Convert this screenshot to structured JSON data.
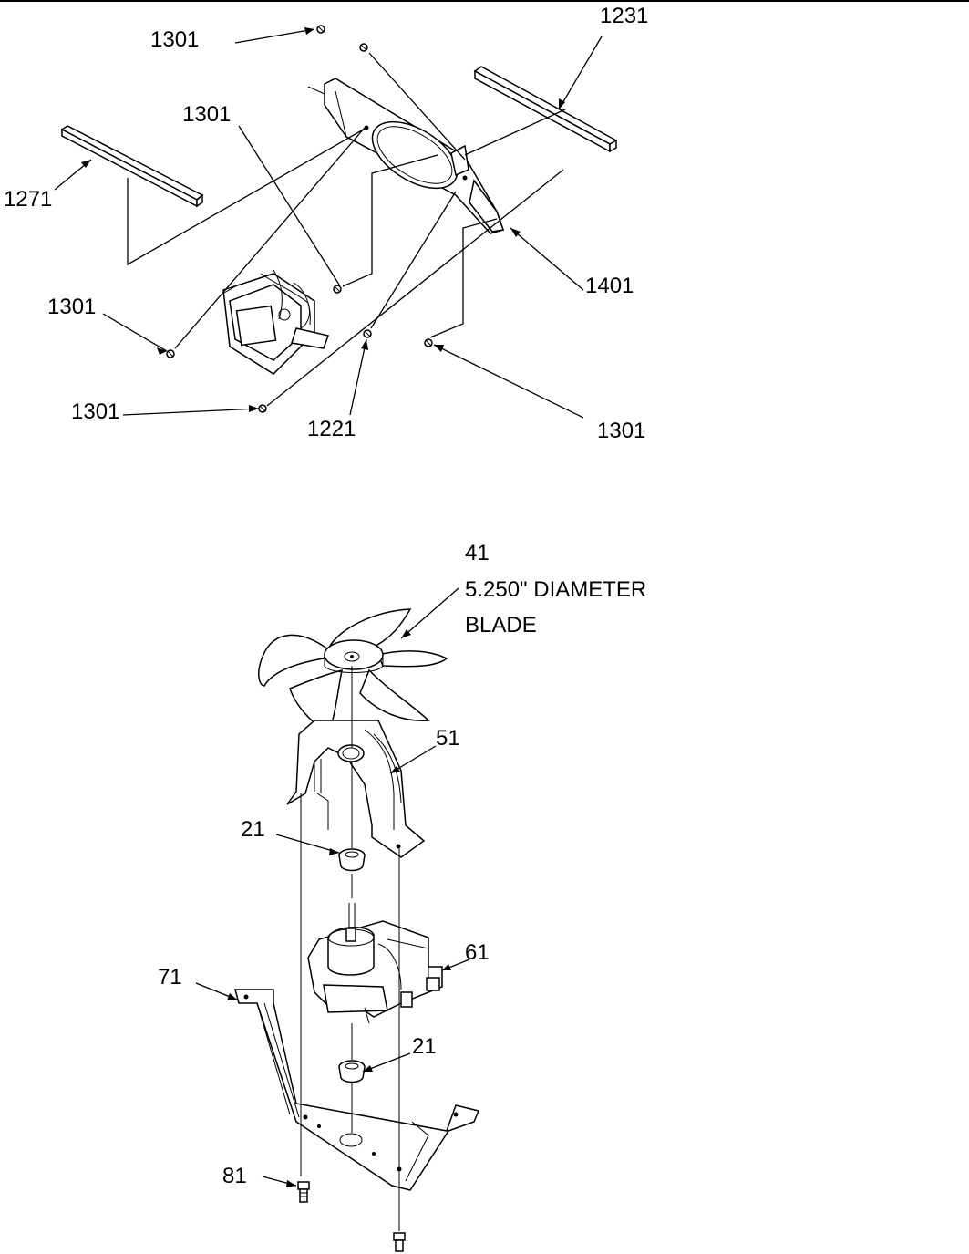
{
  "upper_assembly": {
    "callouts": {
      "c1301_top": "1301",
      "c1231": "1231",
      "c1301_mid": "1301",
      "c1271": "1271",
      "c1401": "1401",
      "c1301_left": "1301",
      "c1301_bottom": "1301",
      "c1221": "1221",
      "c1301_right": "1301"
    }
  },
  "lower_assembly": {
    "blade": {
      "number": "41",
      "size": "5.250\" DIAMETER",
      "name": "BLADE"
    },
    "callouts": {
      "c51": "51",
      "c21_top": "21",
      "c61": "61",
      "c71": "71",
      "c21_bottom": "21",
      "c81": "81"
    }
  }
}
